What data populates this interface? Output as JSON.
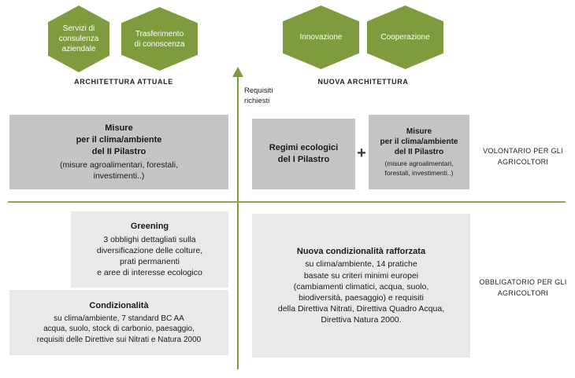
{
  "colors": {
    "hexagon_green": "#7e9b3d",
    "axis_green": "#7e9b3d",
    "divider_olive": "#94a15c",
    "box_dark_gray": "#c4c4c4",
    "box_light_gray": "#e9e9e9",
    "hexagon_text": "#ffffff",
    "text_dark": "#1a1a1a"
  },
  "hexagons": [
    {
      "label": "Servizi di\nconsulenza\naziendale"
    },
    {
      "label": "Trasferimento\ndi conoscenza"
    },
    {
      "label": "Innovazione"
    },
    {
      "label": "Cooperazione"
    }
  ],
  "headers": {
    "left": "ARCHITETTURA ATTUALE",
    "right": "NUOVA ARCHITETTURA"
  },
  "axis": {
    "label": "Requisiti\nrichiesti"
  },
  "top_left_box": {
    "title": "Misure\nper il clima/ambiente\ndel II Pilastro",
    "subtitle": "(misure agroalimentari, forestali,\ninvestimenti..)"
  },
  "top_right": {
    "regimi_title": "Regimi ecologici\ndel I Pilastro",
    "plus": "+",
    "misure_title": "Misure\nper il clima/ambiente\ndel II Pilastro",
    "misure_subtitle": "(misure agroalimentari,\nforestali, investimenti..)"
  },
  "side_labels": {
    "voluntary": "VOLONTARIO PER GLI\nAGRICOLTORI",
    "mandatory": "OBBLIGATORIO PER GLI\nAGRICOLTORI"
  },
  "greening_box": {
    "title": "Greening",
    "body": "3 obblighi dettagliati sulla\ndiversificazione delle colture,\nprati permanenti\ne aree di interesse ecologico"
  },
  "condizionalita_box": {
    "title": "Condizionalità",
    "body": "su clima/ambiente, 7 standard BC AA\nacqua, suolo, stock di carbonio, paesaggio,\nrequisiti delle Direttive sui Nitrati e Natura 2000"
  },
  "nuova_condizionalita_box": {
    "title": "Nuova condizionalità rafforzata",
    "body": "su clima/ambiente, 14 pratiche\nbasate su criteri minimi europei\n(cambiamenti climatici, acqua, suolo,\nbiodiversità, paesaggio) e requisiti\ndella Direttiva Nitrati, Direttiva Quadro Acqua,\nDirettiva Natura 2000."
  }
}
